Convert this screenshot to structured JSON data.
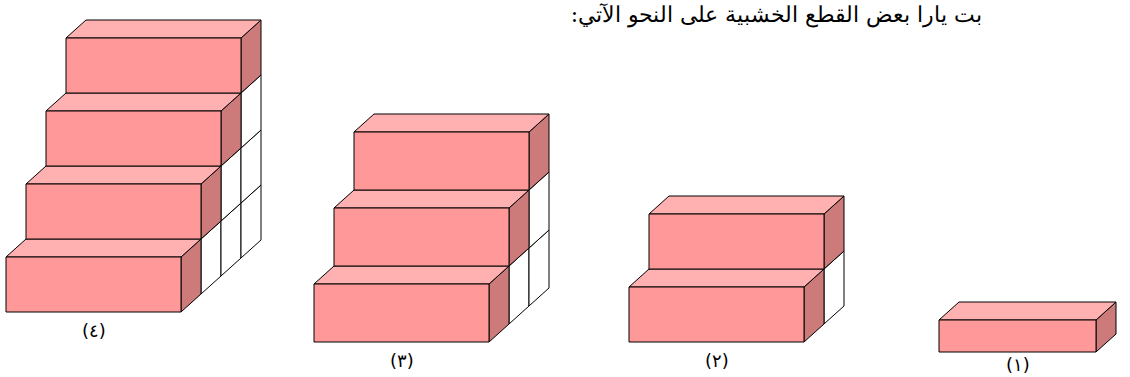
{
  "diagram": {
    "title": "بت يارا بعض القطع الخشبية على النحو الآتي:",
    "labels": [
      "(٤)",
      "(٣)",
      "(٢)",
      "(١)"
    ]
  }
}
